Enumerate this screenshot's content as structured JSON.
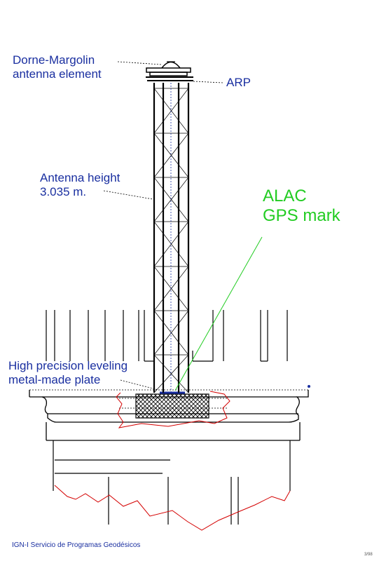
{
  "labels": {
    "antenna_element": [
      "Dorne-Margolin",
      "antenna element"
    ],
    "arp": "ARP",
    "antenna_height": [
      "Antenna height",
      "3.035 m."
    ],
    "mark": [
      "ALAC",
      "GPS mark"
    ],
    "plate": [
      "High precision leveling",
      "metal-made plate"
    ]
  },
  "footer": "IGN-I  Servicio de Programas Geodésicos",
  "page_mark": "3/98",
  "colors": {
    "label_text": "#1a2fa0",
    "mark_text": "#22cc22",
    "mark_line": "#22cc22",
    "outline": "#d40000",
    "structure": "#000000",
    "plate": "#1a2fa0"
  }
}
